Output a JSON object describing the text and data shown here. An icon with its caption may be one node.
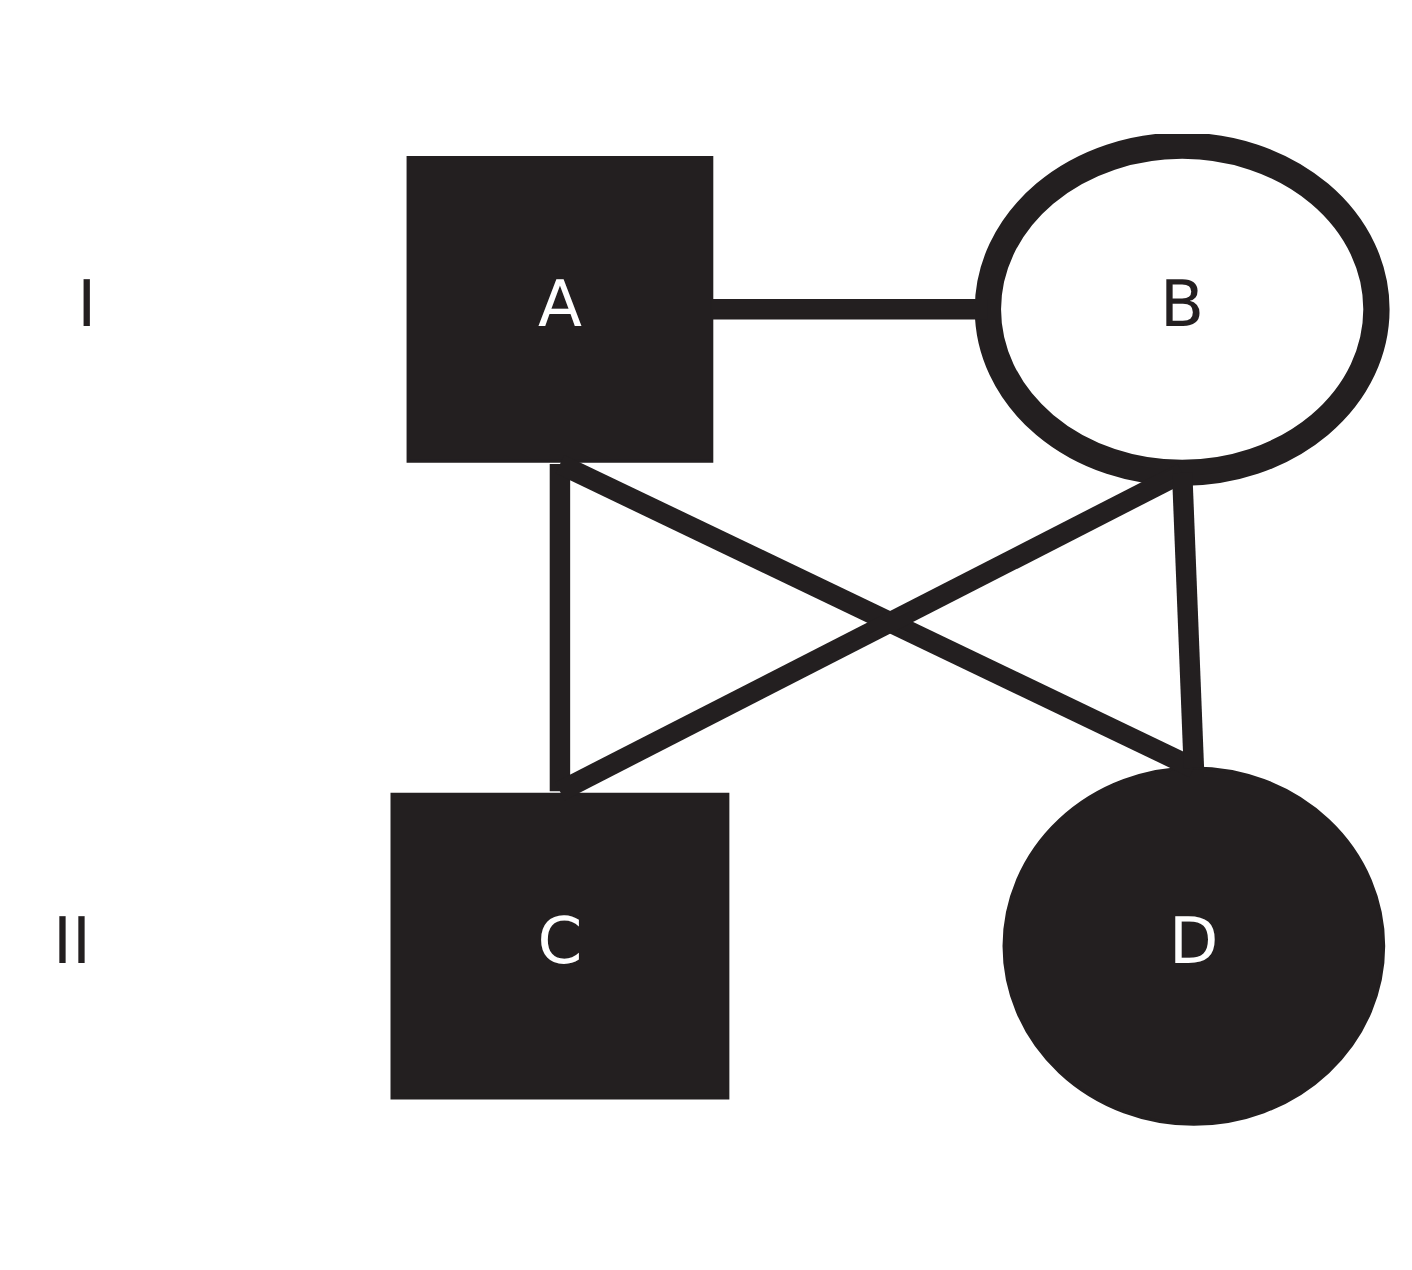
{
  "diagram": {
    "nodes": [
      {
        "text": [
          "A"
        ]
      },
      {
        "text": [
          "B"
        ]
      },
      {
        "text": [
          "C"
        ]
      },
      {
        "text": [
          "D"
        ]
      }
    ],
    "edges": [
      {
        "from": 0,
        "to": 1,
        "arrow": "none"
      },
      {
        "from": 0,
        "to": 2,
        "arrow": "none"
      },
      {
        "from": 0,
        "to": 3,
        "arrow": "none"
      },
      {
        "from": 1,
        "to": 2,
        "arrow": "none"
      },
      {
        "from": 1,
        "to": 3,
        "arrow": "none"
      }
    ],
    "labels": [
      "I",
      "II"
    ]
  }
}
